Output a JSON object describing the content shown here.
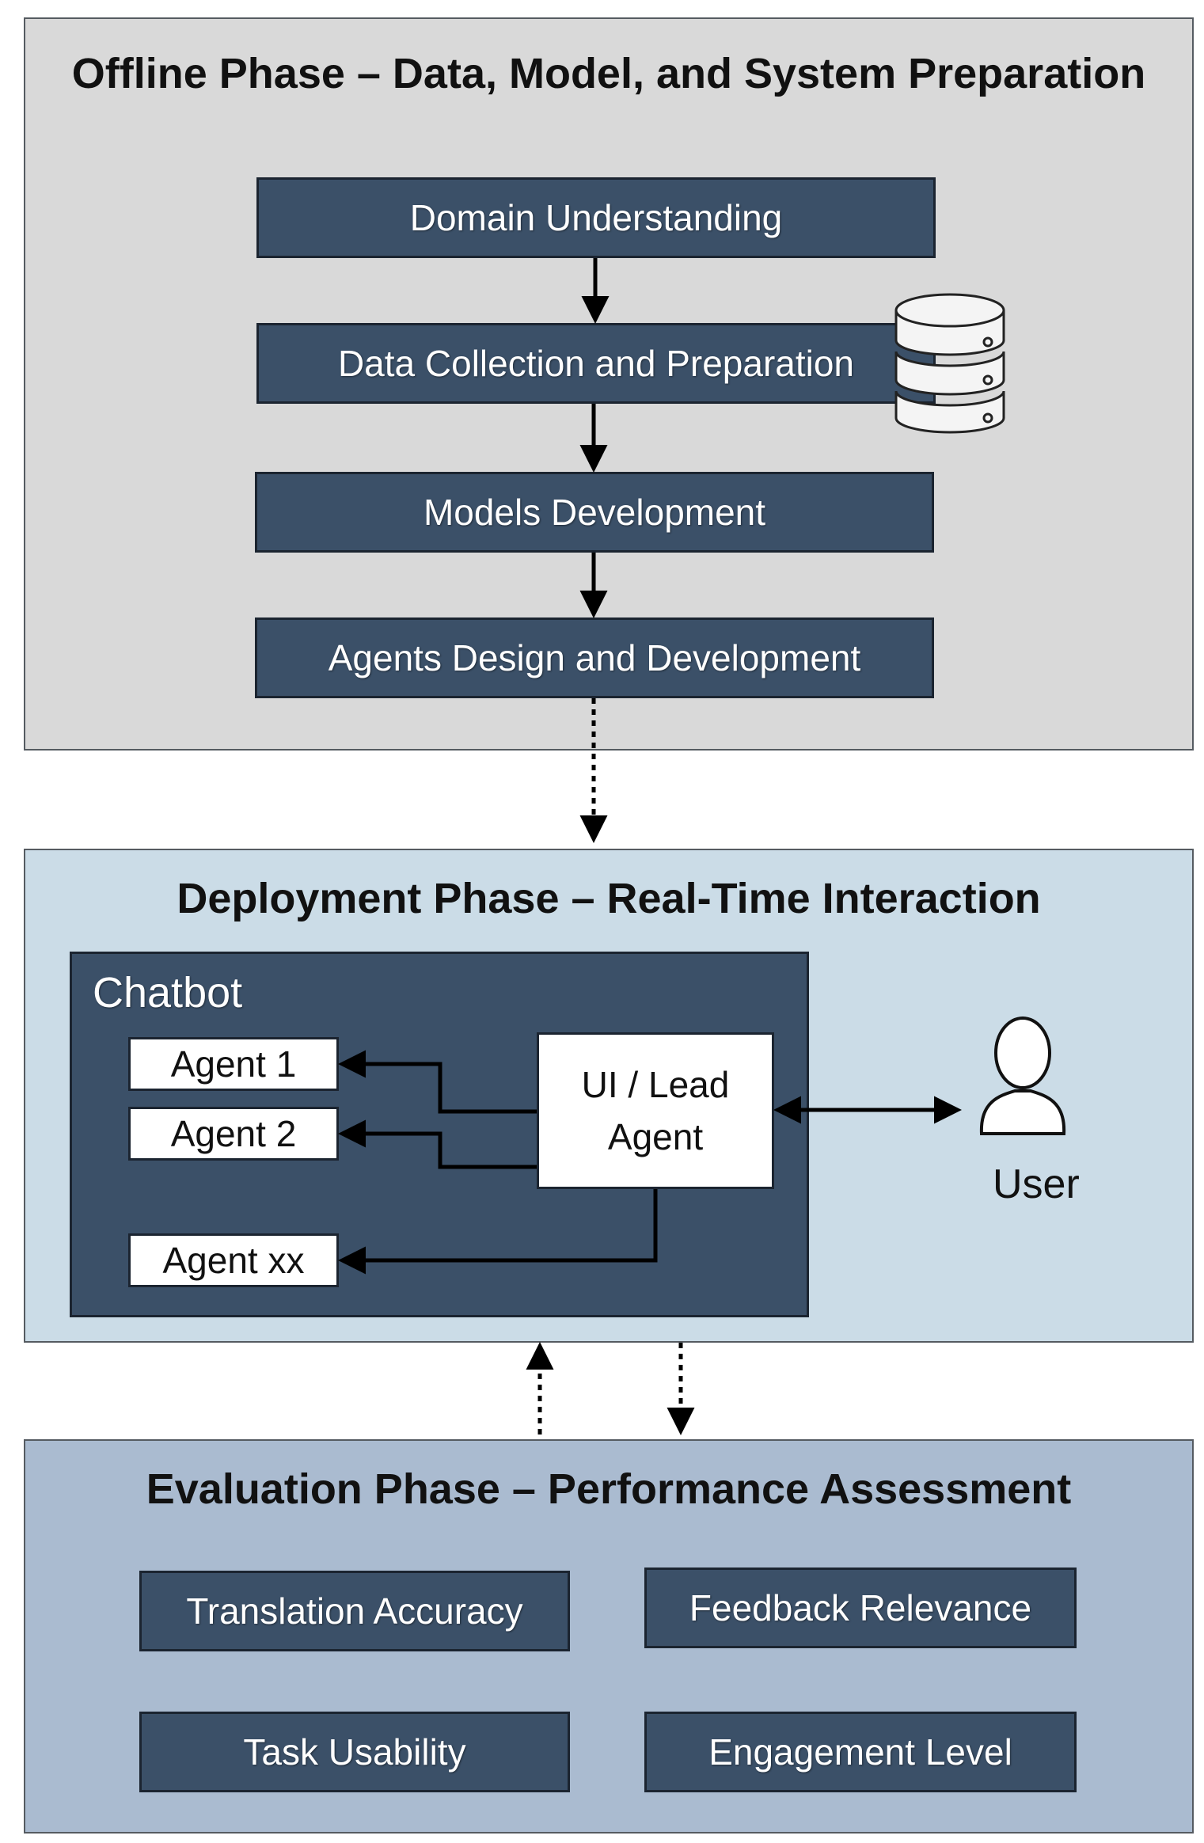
{
  "offline": {
    "title": "Offline Phase – Data, Model, and System Preparation",
    "steps": {
      "domain": "Domain Understanding",
      "data": "Data Collection and Preparation",
      "models": "Models Development",
      "agents": "Agents Design and Development"
    },
    "icon": "database-icon"
  },
  "deployment": {
    "title": "Deployment Phase – Real-Time Interaction",
    "chatbot_label": "Chatbot",
    "agents": {
      "a1": "Agent 1",
      "a2": "Agent 2",
      "axx": "Agent xx"
    },
    "lead_agent": {
      "line1": "UI / Lead",
      "line2": "Agent"
    },
    "user_label": "User",
    "user_icon": "user-icon"
  },
  "evaluation": {
    "title": "Evaluation Phase – Performance Assessment",
    "metrics": {
      "translation": "Translation Accuracy",
      "feedback": "Feedback Relevance",
      "usability": "Task Usability",
      "engagement": "Engagement Level"
    }
  },
  "colors": {
    "offline_bg": "#d9d9d9",
    "deployment_bg": "#cbdce7",
    "evaluation_bg": "#aabbd0",
    "box_fill": "#3b5068"
  }
}
